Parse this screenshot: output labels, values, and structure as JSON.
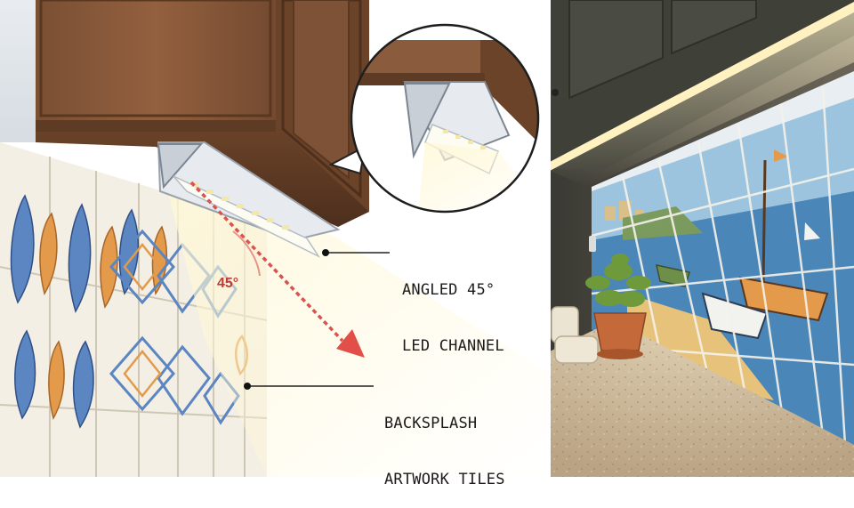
{
  "diagram": {
    "angle_label": "45°",
    "callouts": [
      {
        "id": "channel",
        "lines": [
          "ANGLED 45°",
          "LED CHANNEL"
        ]
      },
      {
        "id": "tiles",
        "lines": [
          "BACKSPLASH",
          "ARTWORK TILES"
        ]
      }
    ]
  },
  "colors": {
    "cabinet_wood": "#8a5b3c",
    "cabinet_dark": "#5e3b25",
    "led_glow": "#fff3c4",
    "arrow_red": "#d9534f",
    "tile_blue": "#5b86c2",
    "tile_orange": "#e39a4b",
    "counter": "#cdb99c"
  },
  "icons": [
    "circle-zoom-inset",
    "leader-dot"
  ]
}
